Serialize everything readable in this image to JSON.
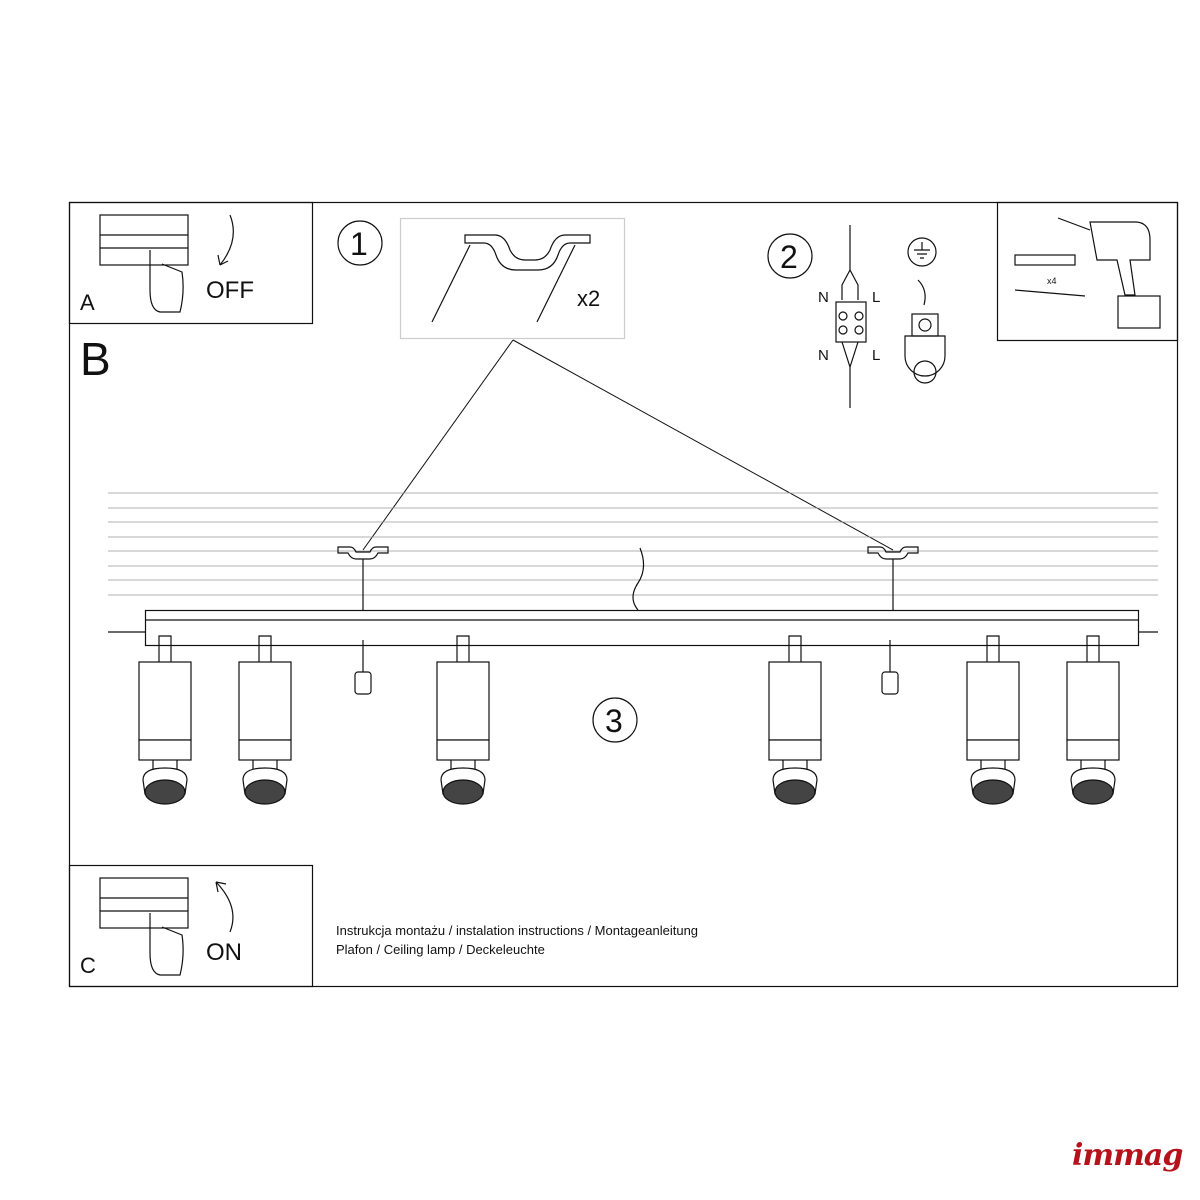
{
  "panels": {
    "a": {
      "letter": "A",
      "action": "OFF"
    },
    "b": {
      "letter": "B"
    },
    "c": {
      "letter": "C",
      "action": "ON"
    }
  },
  "steps": {
    "one": "1",
    "two": "2",
    "three": "3"
  },
  "step1": {
    "quantity": "x2"
  },
  "step2": {
    "neutral": "N",
    "live": "L"
  },
  "tools": {
    "quantity": "x4"
  },
  "caption": {
    "line1": "Instrukcja montażu / instalation instructions / Montageanleitung",
    "line2": "Plafon / Ceiling lamp / Deckeleuchte"
  },
  "brand": {
    "logo": "immag",
    "color": "#b5121b"
  },
  "spot_count": 6
}
